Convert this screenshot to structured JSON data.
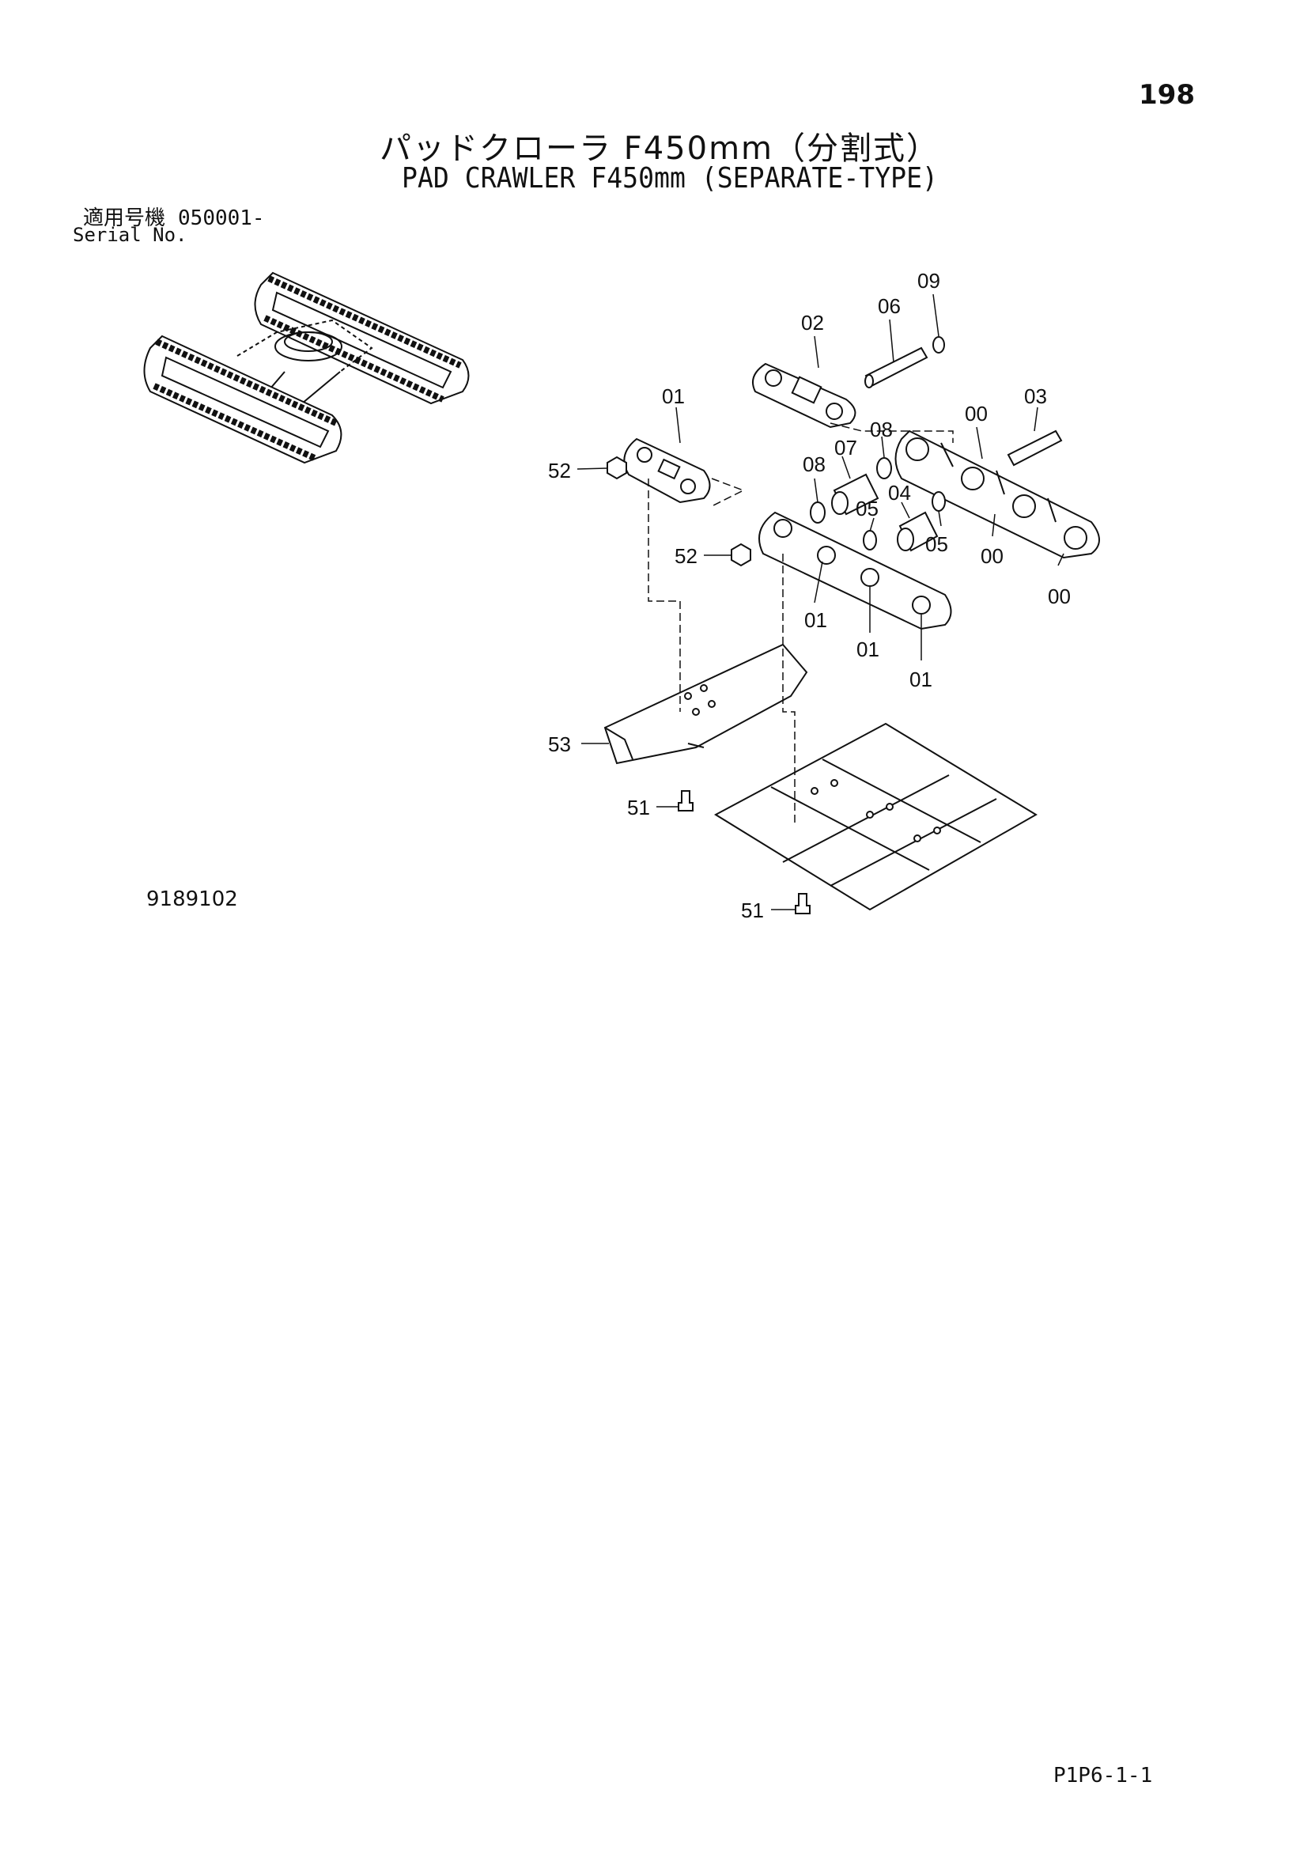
{
  "header": {
    "page_number": "198",
    "title_jp": "パッドクローラ F450mm（分割式）",
    "title_en": "PAD CRAWLER F450mm (SEPARATE-TYPE)"
  },
  "serial": {
    "label_jp": "適用号機",
    "value": "050001-",
    "label_en": "Serial No."
  },
  "callouts": {
    "c09": "09",
    "c06": "06",
    "c02": "02",
    "c01a": "01",
    "c00a": "00",
    "c03": "03",
    "c08a": "08",
    "c07": "07",
    "c52a": "52",
    "c08b": "08",
    "c04": "04",
    "c05a": "05",
    "c05b": "05",
    "c00b": "00",
    "c52b": "52",
    "c00c": "00",
    "c01b": "01",
    "c01c": "01",
    "c01d": "01",
    "c53": "53",
    "c51a": "51",
    "c51b": "51"
  },
  "footer": {
    "drawing_number": "9189102",
    "page_code": "P1P6-1-1"
  }
}
